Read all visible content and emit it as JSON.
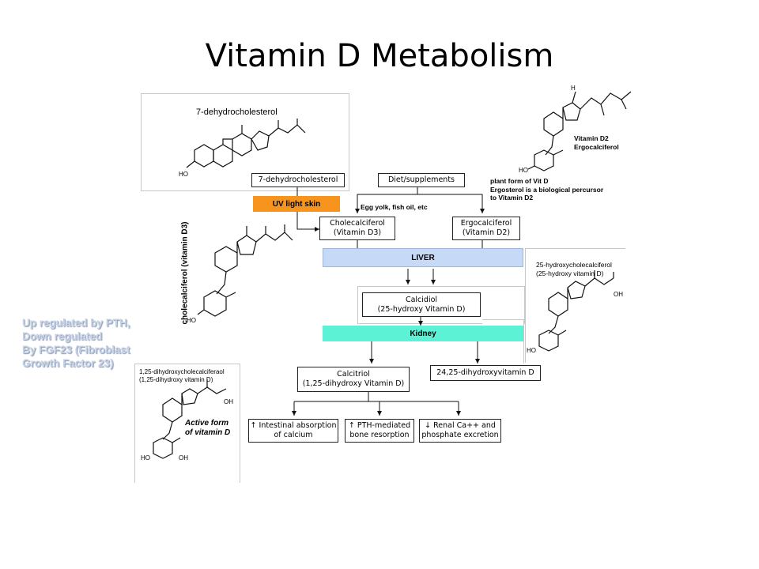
{
  "slide": {
    "title": "Vitamin D Metabolism",
    "note": [
      "Up regulated by PTH,",
      "Down regulated",
      "By FGF23 (Fibroblast",
      "Growth Factor 23)"
    ]
  },
  "figure": {
    "top_molecule_label": "7-dehydrocholesterol",
    "ho": "HO",
    "oh": "OH",
    "h": "H",
    "vertical_label": "cholecalciferol (vitamin D3)",
    "d2_labels": [
      "Vitamin D2",
      "Ergocalciferol"
    ],
    "plant_note": [
      "plant form of Vit D",
      "Ergosterol is a biological percursor",
      "to Vitamin D2"
    ],
    "egg_label": "Egg yolk, fish oil, etc",
    "hydroxy_label": [
      "25-hydroxycholecalciferol",
      "(25-hydroxy vitamin D)"
    ],
    "dihydroxy_label": [
      "1,25-dihydroxycholecalciferaol",
      "(1,25-dihydroxy vitamin D)"
    ],
    "active_form": [
      "Active form",
      "of vitamin D"
    ],
    "boxes": {
      "dehydro": "7-dehydrocholesterol",
      "diet": "Diet/supplements",
      "uv": "UV light skin",
      "chole": [
        "Cholecalciferol",
        "(Vitamin D3)"
      ],
      "ergo": [
        "Ergocalciferol",
        "(Vitamin D2)"
      ],
      "liver": "LIVER",
      "calcidiol": [
        "Calcidiol",
        "(25-hydroxy Vitamin D)"
      ],
      "kidney": "Kidney",
      "calcitriol": [
        "Calcitriol",
        "(1,25-dihydroxy Vitamin D)"
      ],
      "dihydroxy24": "24,25-dihydroxyvitamin D",
      "effect1": [
        "↑ Intestinal absorption",
        "of calcium"
      ],
      "effect2": [
        "↑  PTH-mediated",
        "bone resorption"
      ],
      "effect3": [
        "↓ Renal Ca++ and",
        "phosphate excretion"
      ]
    },
    "colors": {
      "uv": "#f7941d",
      "liver": "#c6d9f7",
      "kidney": "#5cf2d6",
      "note": "#c5d3ea"
    }
  }
}
